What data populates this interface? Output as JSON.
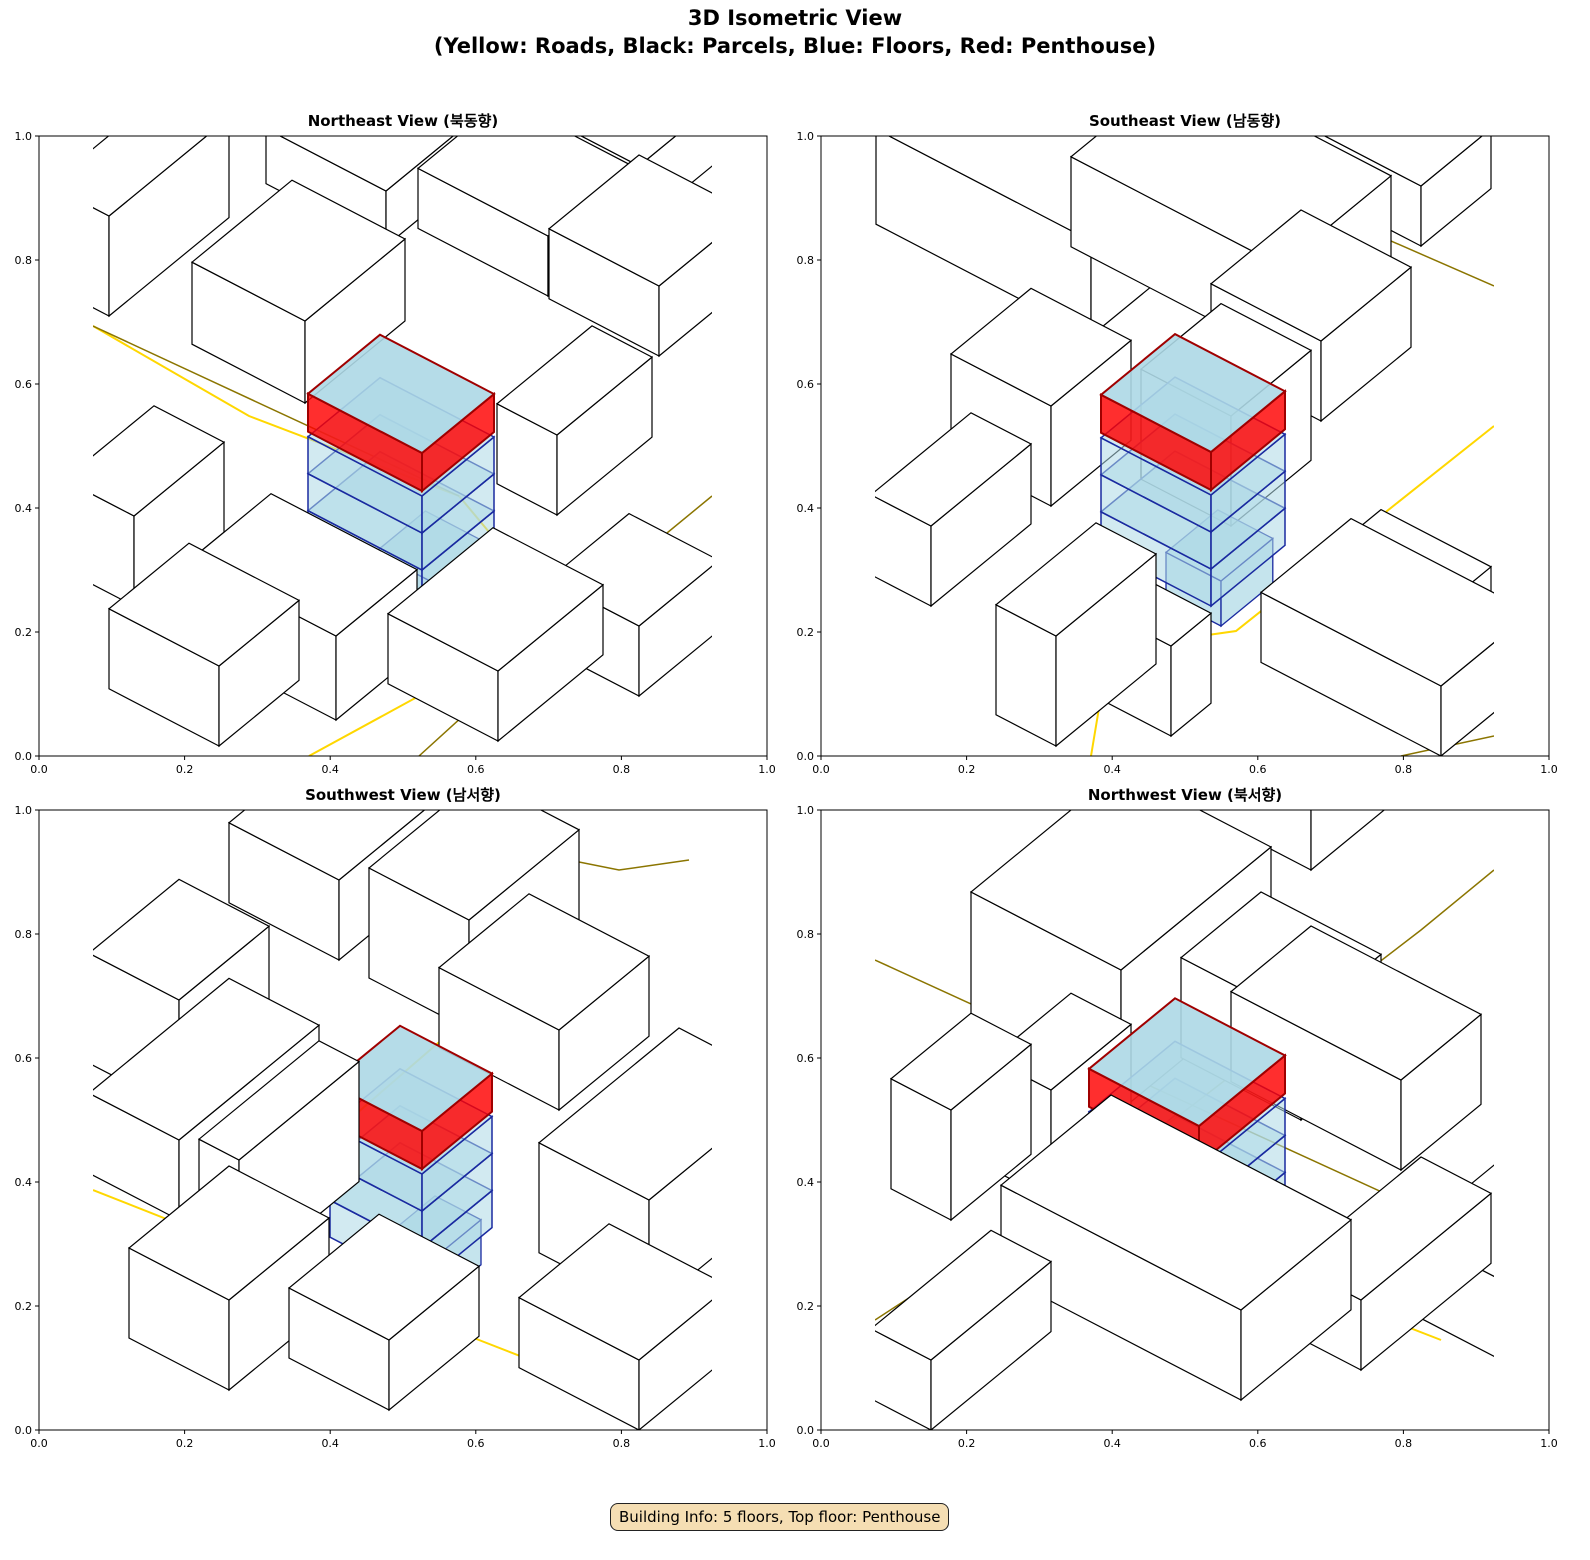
{
  "figure": {
    "title_line1": "3D Isometric View",
    "title_line2": "(Yellow: Roads, Black: Parcels, Blue: Floors, Red: Penthouse)"
  },
  "panels": [
    {
      "title": "Northeast View (북동향)"
    },
    {
      "title": "Southeast View (남동향)"
    },
    {
      "title": "Southwest View (남서향)"
    },
    {
      "title": "Northwest View (북서향)"
    }
  ],
  "axes": {
    "xticks": [
      "0.0",
      "0.2",
      "0.4",
      "0.6",
      "0.8",
      "1.0"
    ],
    "yticks": [
      "0.0",
      "0.2",
      "0.4",
      "0.6",
      "0.8",
      "1.0"
    ],
    "xlim": [
      0,
      1
    ],
    "ylim": [
      0,
      1
    ]
  },
  "building": {
    "floors": 5,
    "top_floor": "Penthouse"
  },
  "info_box": {
    "text": "Building Info: 5 floors, Top floor: Penthouse"
  },
  "colors": {
    "road_major": "#FFD700",
    "road_minor": "#8B7500",
    "parcel": "#000000",
    "floor_fill": "#ADD8E6",
    "floor_edge": "#1a2aa0",
    "penthouse": "#FF0000",
    "info_bg": "#F5DEB3"
  }
}
